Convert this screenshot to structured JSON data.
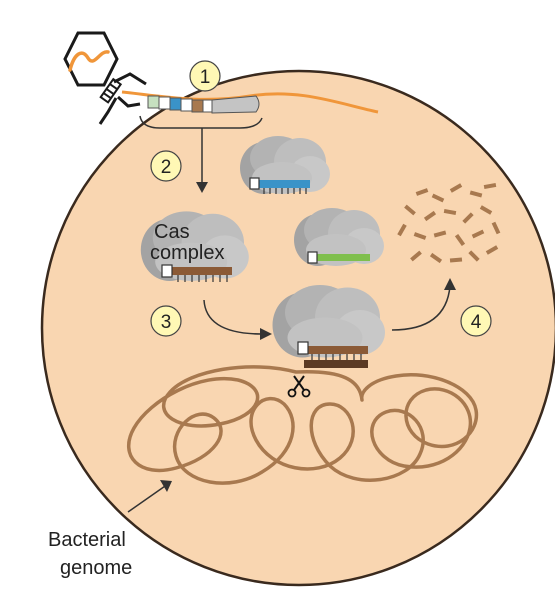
{
  "steps": [
    {
      "number": "1"
    },
    {
      "number": "2"
    },
    {
      "number": "3"
    },
    {
      "number": "4"
    }
  ],
  "labels": {
    "cas_line1": "Cas",
    "cas_line2": "complex",
    "genome_line1": "Bacterial",
    "genome_line2": "genome"
  },
  "colors": {
    "cell_fill": "#F9D6B1",
    "cell_stroke": "#3a2a1e",
    "rna": "#F0963A",
    "dna": "#A8794F",
    "dna_dark": "#5b3a24",
    "cas_protein": "#BEBEBE",
    "step_badge": "#FFF8B5",
    "spacer_blue": "#3A93C8",
    "spacer_green": "#7FBF4D"
  },
  "icons": [
    "phage-icon",
    "scissors-icon"
  ]
}
